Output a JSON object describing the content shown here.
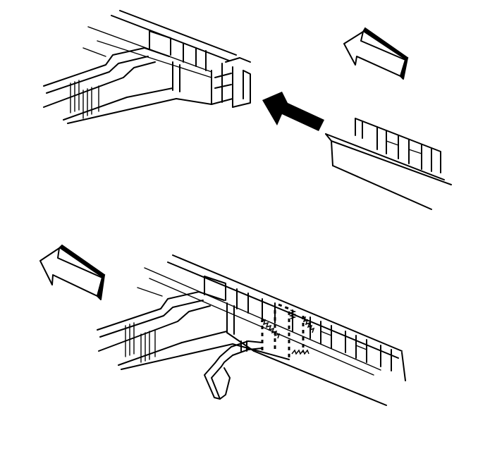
{
  "figure": {
    "type": "line-art service diagram",
    "panels": [
      {
        "id": "top",
        "elements": [
          "frame-rail-section",
          "replacement-rail-section",
          "installation-arrow",
          "vehicle-front-arrow"
        ]
      },
      {
        "id": "bottom",
        "elements": [
          "joined-frame-rail",
          "weld-seams",
          "welding-torch",
          "vehicle-front-arrow"
        ]
      }
    ]
  },
  "colors": {
    "line": "#000000",
    "background": "#ffffff"
  },
  "icons": {
    "installation_arrow": "solid-arrow-left",
    "front_arrow": "outline-3d-arrow-left"
  }
}
